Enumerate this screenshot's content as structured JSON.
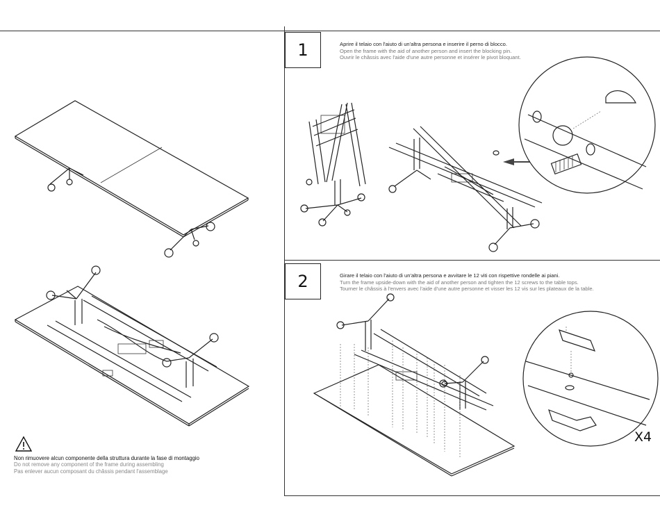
{
  "steps": [
    {
      "number": "1",
      "text_it": "Aprire il telaio con l'aiuto di un'altra persona e inserire il perno di blocco.",
      "text_en": "Open the frame with the aid of another person and insert the blocking pin.",
      "text_fr": "Ouvrir le châssis avec l'aide d'une autre personne et insérer le pivot bloquant."
    },
    {
      "number": "2",
      "text_it": "Girare il telaio con l'aiuto di un'altra persona e avvitare le 12 viti con rispettive rondelle ai piani.",
      "text_en": "Turn the frame upside-down with the aid of another person  and tighten the 12 screws  to the table  tops.",
      "text_fr": "Tourner le châssis à l'envers avec l'aide d'une autre personne et visser les 12 vis sur les plateaux de la table.",
      "multiplier": "X4"
    }
  ],
  "warning": {
    "icon": "warning-triangle-icon",
    "text_it": "Non rimuovere alcun componente della struttura durante la fase di montaggio",
    "text_en": "Do not remove any component of the frame during assembling",
    "text_fr": "Pas enlever aucun composant du châssis pendant l'assemblage"
  }
}
